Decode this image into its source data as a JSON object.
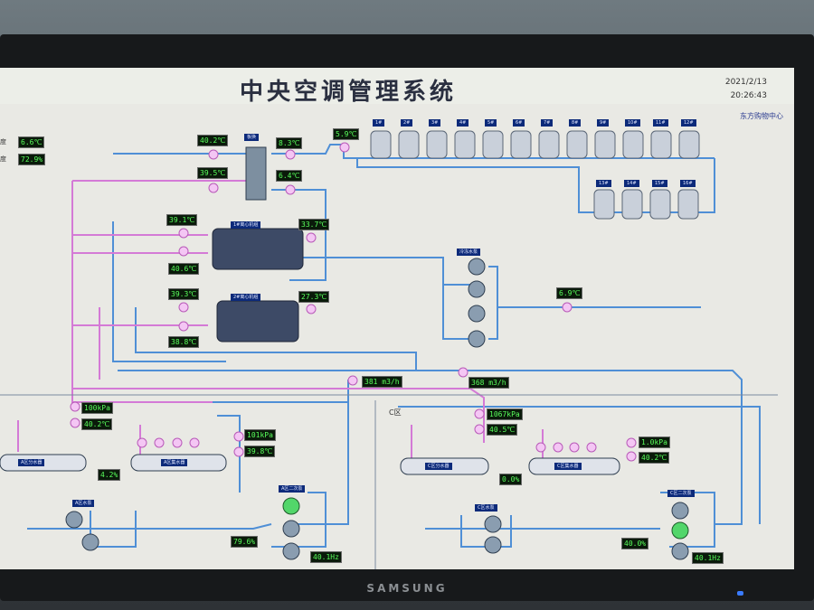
{
  "header": {
    "title": "中央空调管理系统",
    "date": "2021/2/13",
    "time": "20:26:43",
    "org": "东方购物中心"
  },
  "monitor": {
    "brand": "SAMSUNG"
  },
  "ambient": {
    "temp": "6.6℃",
    "humidity": "72.9%",
    "label_a": "度",
    "label_b": "度"
  },
  "cooling_tower_labels": [
    "1#",
    "2#",
    "3#",
    "4#",
    "5#",
    "6#",
    "7#",
    "8#",
    "9#",
    "10#",
    "11#",
    "12#"
  ],
  "cooling_tower_row2_labels": [
    "13#",
    "14#",
    "15#",
    "16#"
  ],
  "readings": {
    "hx_in_hot": "40.2℃",
    "hx_out_hot": "39.5℃",
    "hx_in_cold": "8.3℃",
    "hx_out_cold": "6.4℃",
    "tower_supply": "5.9℃",
    "ch1_cond_in": "39.1℃",
    "ch1_cond_out": "40.6℃",
    "ch1_evap": "33.7℃",
    "ch2_cond_in": "39.3℃",
    "ch2_cond_out": "38.8℃",
    "ch2_evap": "27.3℃",
    "chw_main": "6.9℃",
    "flow_a": "381 m3/h",
    "flow_b": "368 m3/h",
    "hs_left_press": "100kPa",
    "hs_left_temp": "40.2℃",
    "hs_left_ret_press": "101kPa",
    "hs_left_ret_temp": "39.8℃",
    "hs_left_pct": "4.2%",
    "hs_left_pump_pct": "79.6%",
    "hs_left_freq": "40.1Hz",
    "hs_right_press": "1067kPa",
    "hs_right_temp": "40.5℃",
    "hs_right_ret_press": "1.0kPa",
    "hs_right_ret_temp": "40.2℃",
    "hs_right_pct": "0.0%",
    "hs_right_pump_pct": "40.0%",
    "hs_right_freq": "40.1Hz"
  },
  "labels": {
    "hx": "板换",
    "chiller1": "1#离心机组",
    "chiller2": "2#离心机组",
    "chw_pumps": "冷冻水泵",
    "left_sep": "A区分水器",
    "left_col": "A区集水器",
    "left_pumps": "A区水泵",
    "left_pumps2": "A区二次泵",
    "right_sep": "C区分水器",
    "right_col": "C区集水器",
    "right_pumps": "C区水泵",
    "right_pumps2": "C区二次泵",
    "cnc": "C区"
  },
  "colors": {
    "cold_pipe": "#4f8fd6",
    "hot_pipe": "#d47ad6",
    "readout_text": "#59ff5c",
    "label_bg": "#0c2a7a"
  }
}
